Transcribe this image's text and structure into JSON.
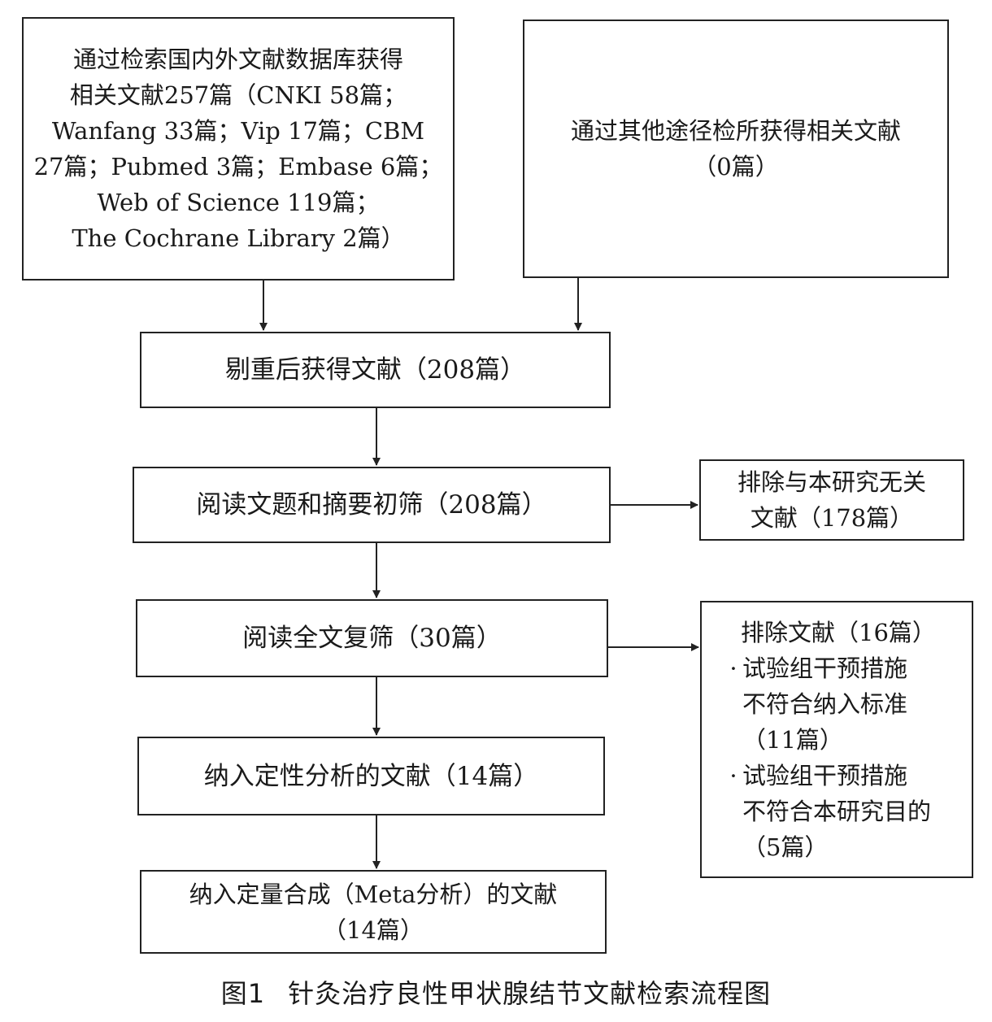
{
  "boxes": {
    "search": {
      "lines": [
        "通过检索国内外文献数据库获得",
        "相关文献257篇（CNKI 58篇；",
        "Wanfang 33篇；Vip 17篇；CBM",
        "27篇；Pubmed 3篇；Embase 6篇；",
        "Web of Science 119篇；",
        "The Cochrane Library 2篇）"
      ]
    },
    "other": {
      "lines": [
        "通过其他途径检所获得相关文献",
        "（0篇）"
      ]
    },
    "dedup": {
      "lines": [
        "剔重后获得文献（208篇）"
      ]
    },
    "title_screen": {
      "lines": [
        "阅读文题和摘要初筛（208篇）"
      ]
    },
    "exclude_irrelevant": {
      "lines": [
        "排除与本研究无关",
        "文献（178篇）"
      ]
    },
    "fulltext": {
      "lines": [
        "阅读全文复筛（30篇）"
      ]
    },
    "exclude_fulltext": {
      "title": "排除文献（16篇）",
      "bullet": "·",
      "reasons": [
        {
          "lines": [
            "试验组干预措施",
            "不符合纳入标准",
            "（11篇）"
          ]
        },
        {
          "lines": [
            "试验组干预措施",
            "不符合本研究目的",
            "（5篇）"
          ]
        }
      ]
    },
    "qualitative": {
      "lines": [
        "纳入定性分析的文献（14篇）"
      ]
    },
    "quantitative": {
      "lines": [
        "纳入定量合成（Meta分析）的文献",
        "（14篇）"
      ]
    }
  },
  "caption": {
    "number": "图1",
    "text": "针灸治疗良性甲状腺结节文献检索流程图"
  }
}
